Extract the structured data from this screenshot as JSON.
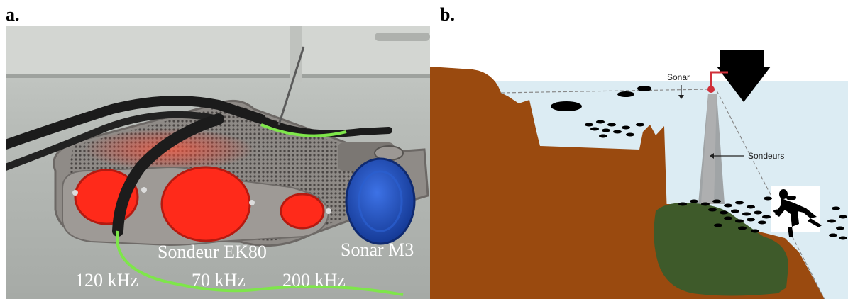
{
  "panels": {
    "a": {
      "label": "a.",
      "captions": {
        "device": "Sondeur EK80",
        "sonar": "Sonar M3",
        "freq_120": "120 kHz",
        "freq_70": "70 kHz",
        "freq_200": "200 kHz"
      }
    },
    "b": {
      "label": "b.",
      "annotations": {
        "sonar": "Sonar",
        "sondeurs": "Sondeurs"
      }
    }
  },
  "colors": {
    "seabed": "#9a4a0f",
    "water": "#dcecf3",
    "reef": "#3e5a2a",
    "transducer_red": "#ff2a1a",
    "sonar_blue": "#1f4fbf",
    "cable_green": "#7ee64a"
  },
  "icons": [
    "boat-icon",
    "diver-icon",
    "fish-icon"
  ]
}
